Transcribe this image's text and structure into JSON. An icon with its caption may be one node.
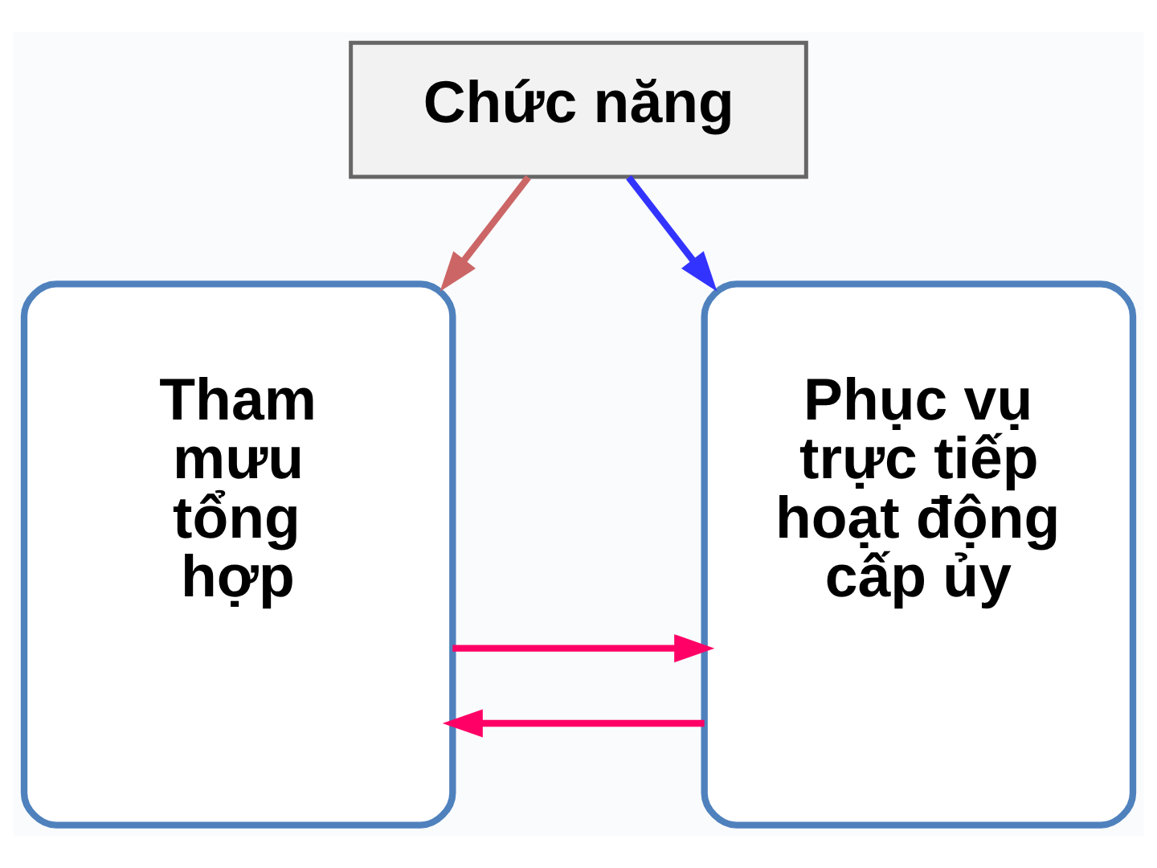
{
  "diagram": {
    "nodes": [
      {
        "text": [
          "Chức năng"
        ]
      },
      {
        "text": [
          "Tham mưu tổng hợp"
        ]
      },
      {
        "text": [
          "Phục vụ trực tiếp hoạt động cấp ủy"
        ]
      }
    ],
    "edges": [
      {
        "from": 0,
        "to": 1,
        "arrow": "to",
        "color": "#cc6666"
      },
      {
        "from": 0,
        "to": 2,
        "arrow": "to",
        "color": "#3333ff"
      },
      {
        "from": 1,
        "to": 2,
        "arrow": "to",
        "color": "#ff0066"
      },
      {
        "from": 2,
        "to": 1,
        "arrow": "to",
        "color": "#ff0066"
      }
    ]
  }
}
